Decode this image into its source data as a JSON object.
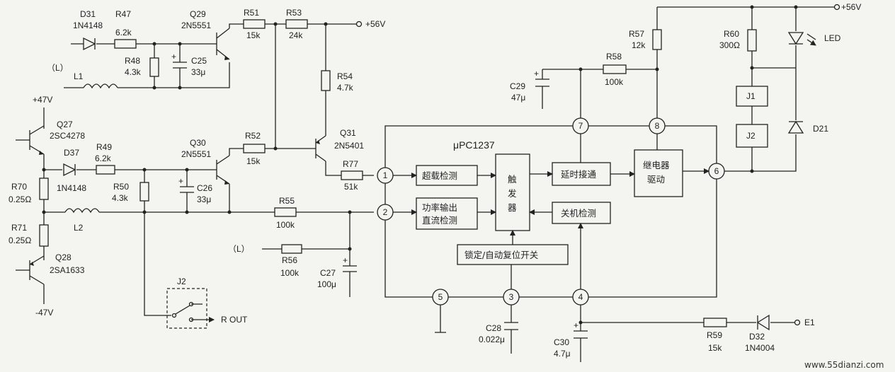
{
  "ic": {
    "name": "μPC1237"
  },
  "rails": {
    "p56a": "+56V",
    "p56b": "+56V",
    "p47": "+47V",
    "n47": "-47V"
  },
  "parts": {
    "D31": {
      "ref": "D31",
      "val": "1N4148"
    },
    "R47": {
      "ref": "R47",
      "val": "6.2k"
    },
    "R48": {
      "ref": "R48",
      "val": "4.3k"
    },
    "C25": {
      "ref": "C25",
      "val": "33μ"
    },
    "Q29": {
      "ref": "Q29",
      "val": "2N5551"
    },
    "R51": {
      "ref": "R51",
      "val": "15k"
    },
    "R53": {
      "ref": "R53",
      "val": "24k"
    },
    "R54": {
      "ref": "R54",
      "val": "4.7k"
    },
    "L1": {
      "ref": "L1"
    },
    "Q27": {
      "ref": "Q27",
      "val": "2SC4278"
    },
    "D37": {
      "ref": "D37",
      "val": "1N4148"
    },
    "R49": {
      "ref": "R49",
      "val": "6.2k"
    },
    "R50": {
      "ref": "R50",
      "val": "4.3k"
    },
    "C26": {
      "ref": "C26",
      "val": "33μ"
    },
    "Q30": {
      "ref": "Q30",
      "val": "2N5551"
    },
    "R52": {
      "ref": "R52",
      "val": "15k"
    },
    "Q31": {
      "ref": "Q31",
      "val": "2N5401"
    },
    "R77": {
      "ref": "R77",
      "val": "51k"
    },
    "R70": {
      "ref": "R70",
      "val": "0.25Ω"
    },
    "R71": {
      "ref": "R71",
      "val": "0.25Ω"
    },
    "L2": {
      "ref": "L2"
    },
    "Q28": {
      "ref": "Q28",
      "val": "2SA1633"
    },
    "R55": {
      "ref": "R55",
      "val": "100k"
    },
    "R56": {
      "ref": "R56",
      "val": "100k"
    },
    "C27": {
      "ref": "C27",
      "val": "100μ"
    },
    "C28": {
      "ref": "C28",
      "val": "0.022μ"
    },
    "C29": {
      "ref": "C29",
      "val": "47μ"
    },
    "R58": {
      "ref": "R58",
      "val": "100k"
    },
    "R57": {
      "ref": "R57",
      "val": "12k"
    },
    "R60": {
      "ref": "R60",
      "val": "300Ω"
    },
    "LED": {
      "ref": "LED"
    },
    "J1": {
      "ref": "J1"
    },
    "J2": {
      "ref": "J2"
    },
    "J2sw": {
      "ref": "J2"
    },
    "D21": {
      "ref": "D21"
    },
    "C30": {
      "ref": "C30",
      "val": "4.7μ"
    },
    "R59": {
      "ref": "R59",
      "val": "15k"
    },
    "D32": {
      "ref": "D32",
      "val": "1N4004"
    }
  },
  "inputs": {
    "l_top": "（L）",
    "l_mid": "（L）",
    "e1": "E1",
    "rout": "R OUT"
  },
  "pins": [
    "1",
    "2",
    "3",
    "4",
    "5",
    "6",
    "7",
    "8"
  ],
  "blocks": {
    "overload": "超载检测",
    "dc_detect_1": "功率输出",
    "dc_detect_2": "直流检测",
    "trigger_1": "触",
    "trigger_2": "发",
    "trigger_3": "器",
    "delay_on": "延时接通",
    "relay_drive_1": "继电器",
    "relay_drive_2": "驱动",
    "shutdown_detect": "关机检测",
    "lock_reset": "锁定/自动复位开关"
  },
  "watermark": "www.55dianzi.com"
}
